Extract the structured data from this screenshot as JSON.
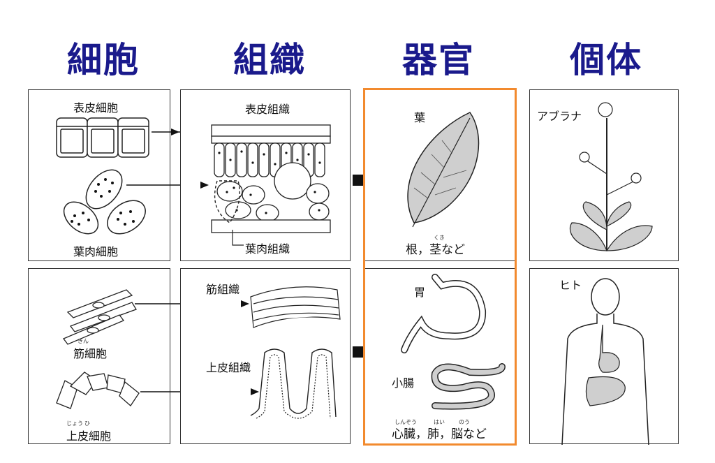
{
  "headers": {
    "cell": "細胞",
    "tissue": "組織",
    "organ": "器官",
    "individual": "個体"
  },
  "cells": {
    "epidermal": "表皮細胞",
    "mesophyll": "葉肉細胞",
    "muscle": "筋細胞",
    "muscle_ruby": "きん",
    "epithelial": "上皮細胞",
    "epithelial_ruby_1": "じょう",
    "epithelial_ruby_2": "ひ"
  },
  "tissues": {
    "epidermal": "表皮組織",
    "mesophyll": "葉肉組織",
    "muscle": "筋組織",
    "epithelial": "上皮組織"
  },
  "organs": {
    "leaf": "葉",
    "plant_others": "根，茎など",
    "plant_others_ruby": "くき",
    "stomach": "胃",
    "intestine": "小腸",
    "animal_others": "心臓，肺，脳など",
    "ruby_heart": "しんぞう",
    "ruby_lung": "はい",
    "ruby_brain": "のう"
  },
  "individuals": {
    "plant": "アブラナ",
    "animal": "ヒト"
  },
  "colors": {
    "header": "#1a1a8c",
    "highlight": "#f28a2e",
    "organ_fill": "#cfcfcf"
  }
}
